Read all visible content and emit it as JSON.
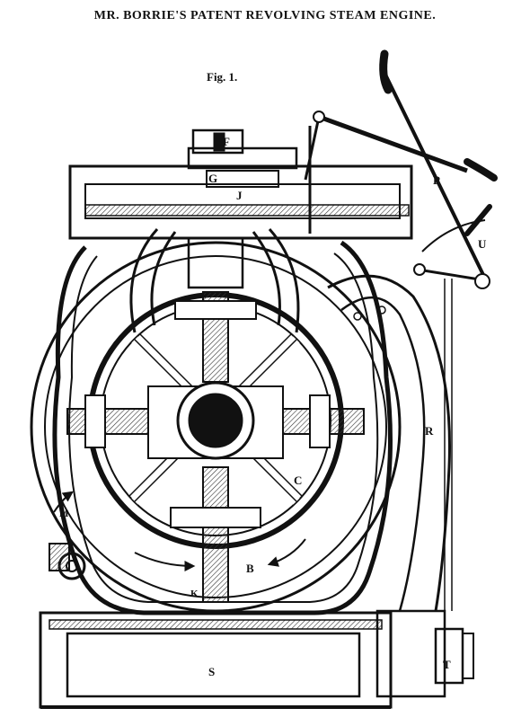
{
  "header": {
    "title": "MR. BORRIE'S PATENT REVOLVING STEAM ENGINE.",
    "figure": "Fig. 1."
  },
  "labels": {
    "F": "F",
    "G": "G",
    "J": "J",
    "P": "P",
    "U": "U",
    "R": "R",
    "C": "C",
    "B": "B",
    "S": "S",
    "T": "T",
    "M": "M",
    "K": "K"
  },
  "colors": {
    "ink": "#111111",
    "hatch": "#333333",
    "paper": "#ffffff"
  }
}
